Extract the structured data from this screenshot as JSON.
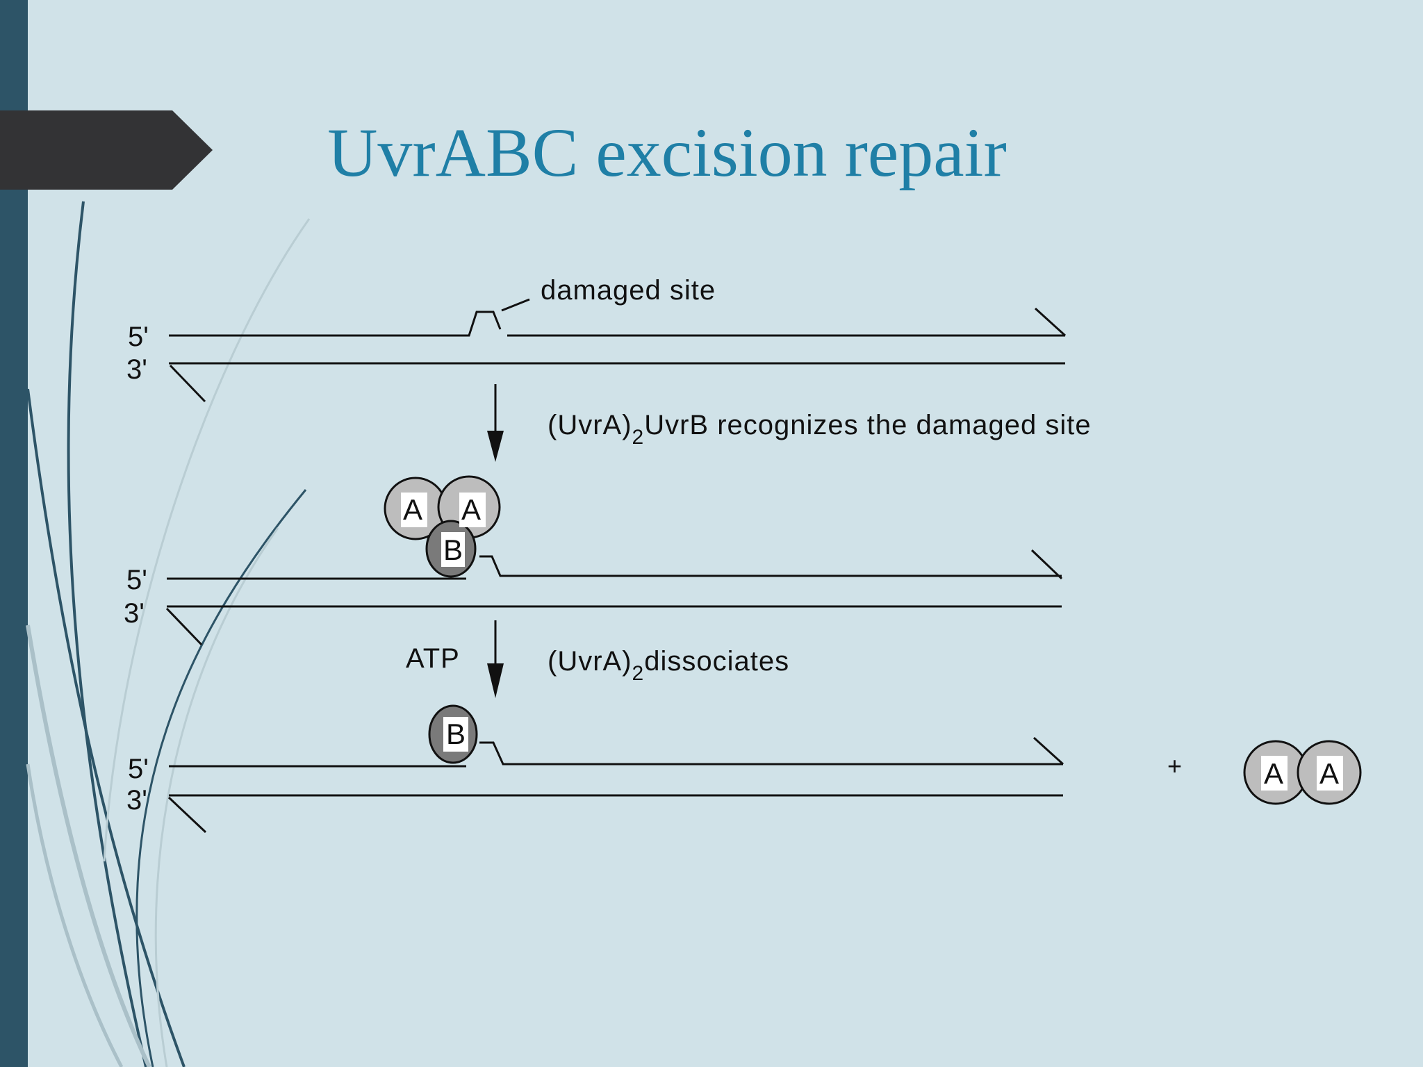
{
  "title": "UvrABC excision repair",
  "diagram": {
    "damaged_site_label": "damaged site",
    "strand_labels": {
      "five_prime": "5'",
      "three_prime": "3'"
    },
    "step1": {
      "prefix": "(UvrA)",
      "subscript": "2",
      "suffix": "UvrB recognizes the damaged site"
    },
    "step2": {
      "cofactor": "ATP",
      "prefix": "(UvrA)",
      "subscript": "2",
      "suffix": "dissociates"
    },
    "plus_sign": "+",
    "protein_labels": {
      "uvra": "A",
      "uvrb": "B"
    }
  },
  "colors": {
    "background": "#d0e2e8",
    "left_bar": "#2d5467",
    "title_tab": "#333335",
    "title_text": "#1f7fa6",
    "uvra_fill": "#bdbdbd",
    "uvrb_fill": "#7a7a7a"
  }
}
